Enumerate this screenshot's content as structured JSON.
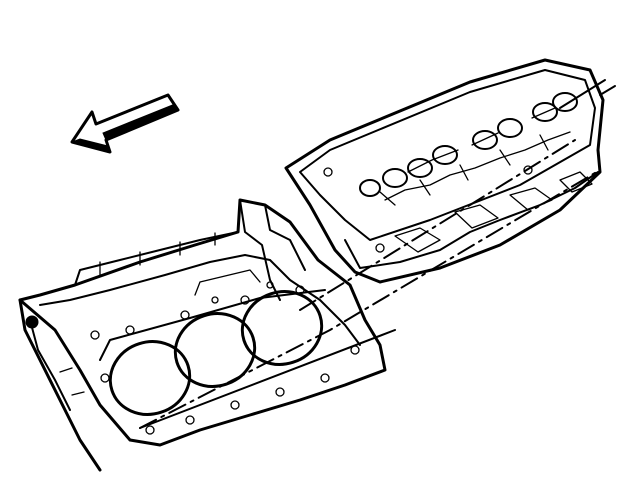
{
  "diagram": {
    "labels": [],
    "colors": {
      "ink": "#000000",
      "paper": "#ffffff"
    },
    "icons": [
      "left-arrow-icon"
    ],
    "parts": [
      "cylinder-head",
      "engine-block",
      "cylinder-bores",
      "alignment-lines"
    ]
  }
}
